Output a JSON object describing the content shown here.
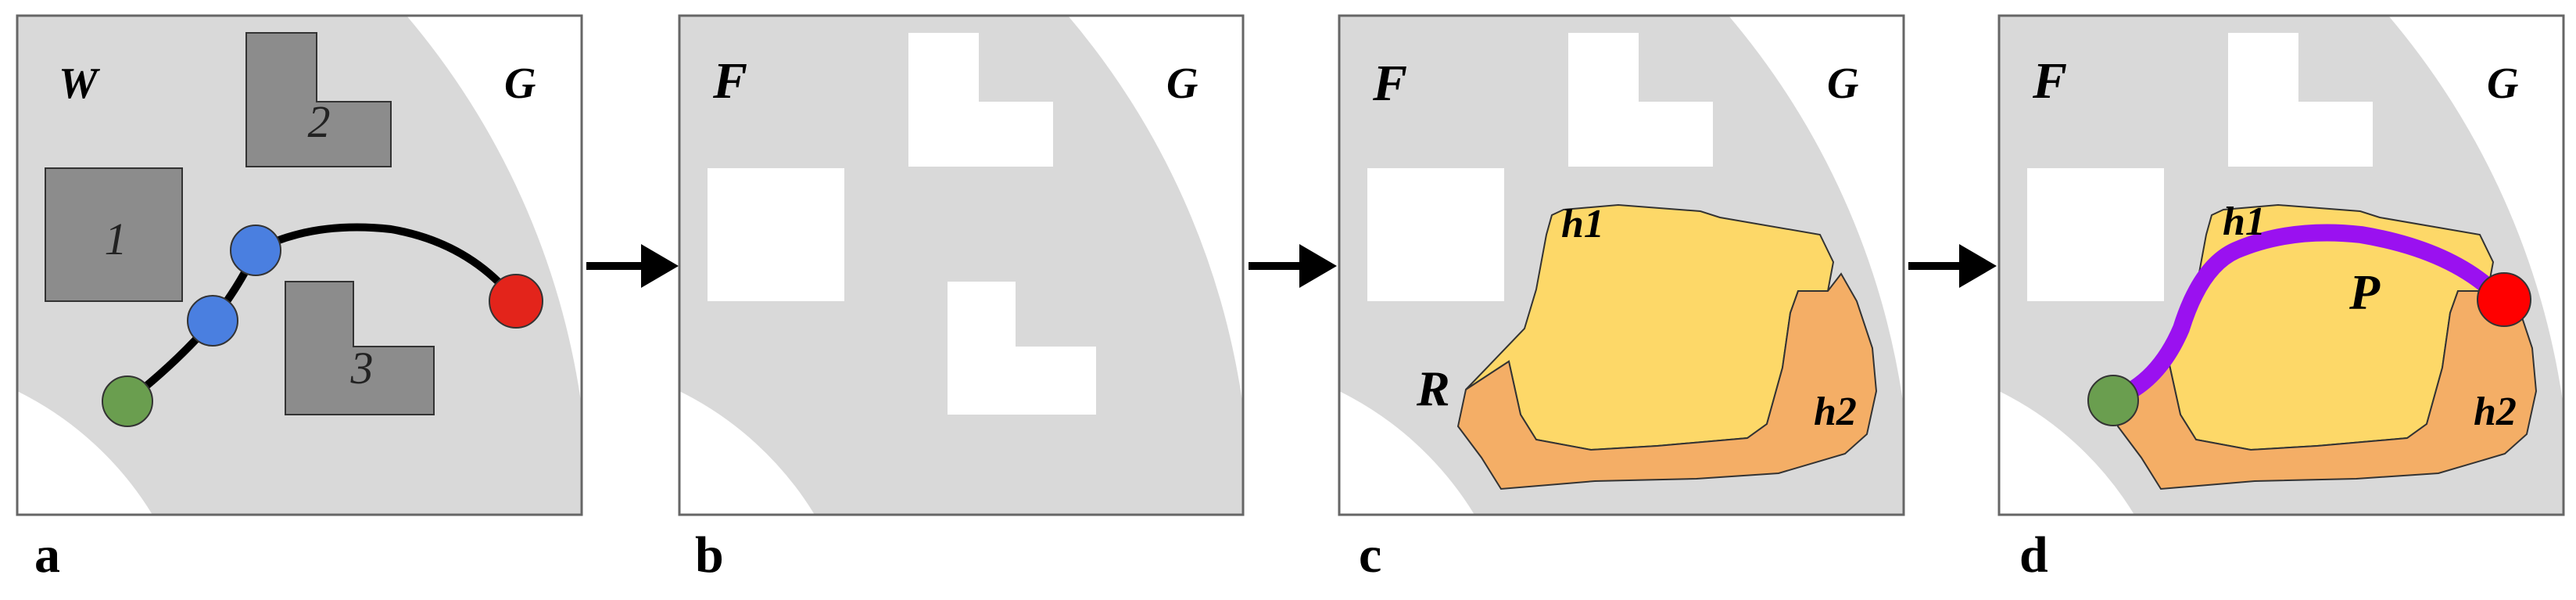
{
  "panels": [
    {
      "id": "a",
      "label": "a",
      "space_label": "W",
      "goal_label": "G",
      "obstacle_labels": [
        "1",
        "2",
        "3"
      ]
    },
    {
      "id": "b",
      "label": "b",
      "space_label": "F",
      "goal_label": "G"
    },
    {
      "id": "c",
      "label": "c",
      "space_label": "F",
      "goal_label": "G",
      "region_labels": [
        "h1",
        "h2"
      ],
      "roadmap_label": "R"
    },
    {
      "id": "d",
      "label": "d",
      "space_label": "F",
      "goal_label": "G",
      "region_labels": [
        "h1",
        "h2"
      ],
      "path_label": "P"
    }
  ],
  "colors": {
    "background": "#ffffff",
    "free_region": "#d9d9d9",
    "obstacle": "#8c8c8c",
    "start": "#6a9e4f",
    "waypoint": "#4a7fe0",
    "goal": "#e3241b",
    "goal_d": "#ff0000",
    "region_h1": "#fdd868",
    "region_h2": "#f4ae66",
    "path": "#9a11f0",
    "trajectory": "#000000"
  },
  "icons": [
    "arrow-right-icon"
  ]
}
